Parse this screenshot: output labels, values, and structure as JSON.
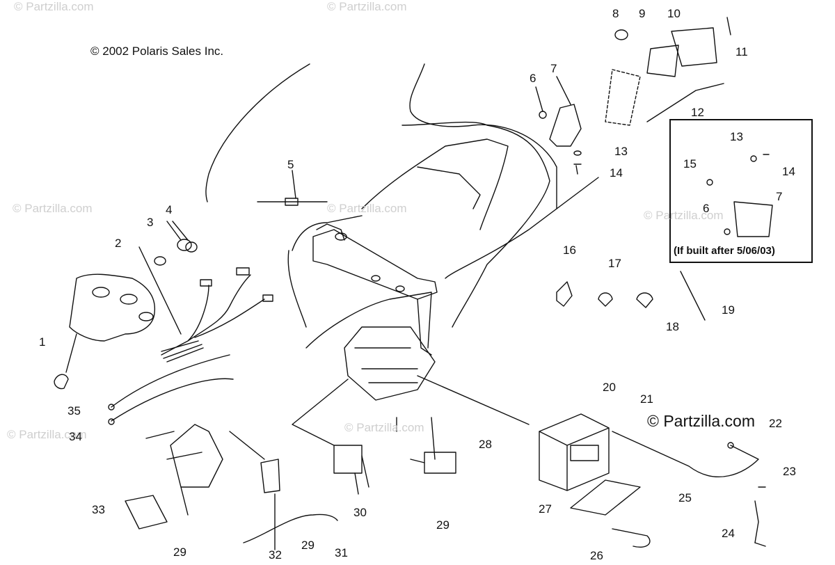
{
  "copyright": "© 2002 Polaris Sales Inc.",
  "inset_note": "(If built after 5/06/03)",
  "watermark": "© Partzilla.com",
  "callouts": [
    "1",
    "2",
    "3",
    "4",
    "5",
    "6",
    "7",
    "8",
    "9",
    "10",
    "11",
    "12",
    "13",
    "14",
    "15",
    "16",
    "17",
    "18",
    "19",
    "20",
    "21",
    "22",
    "23",
    "24",
    "25",
    "26",
    "27",
    "28",
    "29",
    "30",
    "31",
    "32",
    "33",
    "34",
    "35"
  ],
  "inset_callouts": [
    "13",
    "14",
    "15",
    "6",
    "7"
  ],
  "extra_callouts": [
    "13",
    "14",
    "29",
    "29"
  ]
}
